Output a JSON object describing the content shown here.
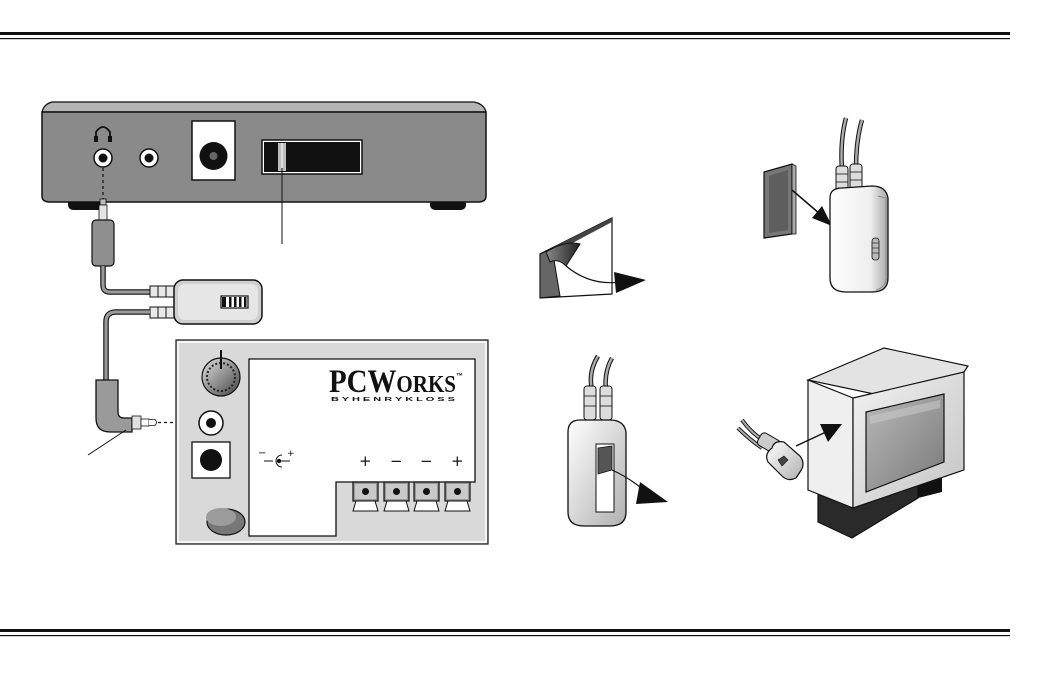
{
  "logo": {
    "brand": "PC WORKS",
    "brand_part1": "PC",
    "brand_part2": "W",
    "brand_part3": "ORKS",
    "tm": "™",
    "byline": "B Y H E N R Y K L O S S"
  },
  "speaker_terminals": [
    "+",
    "−",
    "−",
    "+"
  ],
  "dc_polarity": [
    "−",
    "+"
  ],
  "colors": {
    "line": "#111111",
    "device_dark": "#8a8a8a",
    "panel_light": "#d9d9d9",
    "cable_gray": "#9a9a9a"
  },
  "icons": [
    "headphone-icon",
    "dc-polarity-icon",
    "arrow-icon"
  ]
}
